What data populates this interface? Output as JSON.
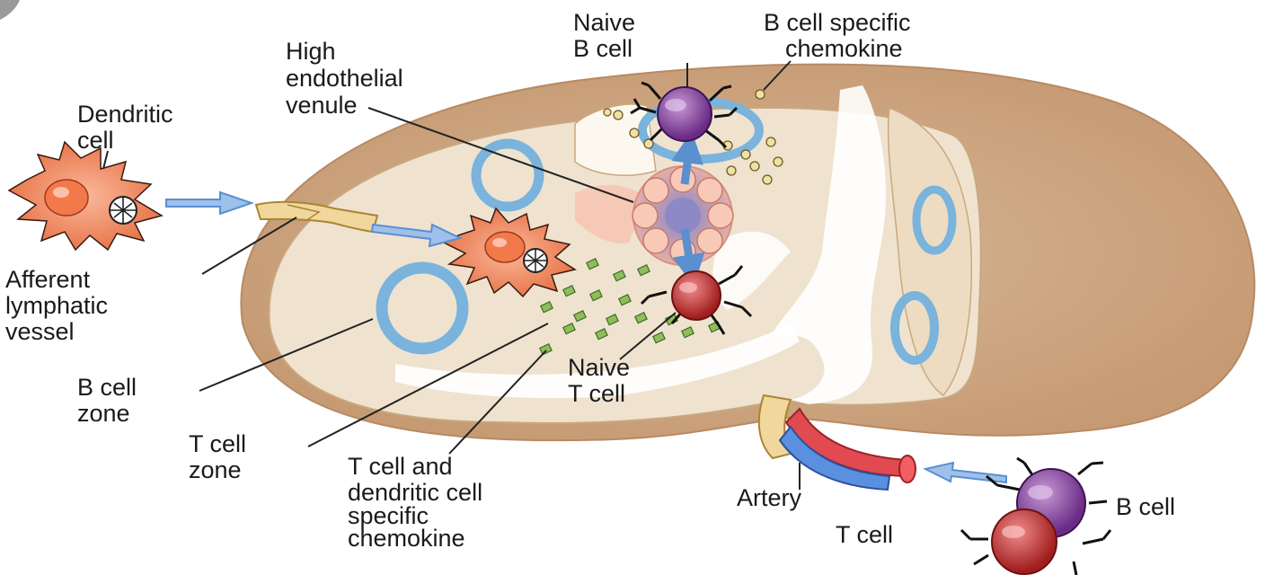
{
  "labels": {
    "naive_b_cell": [
      "Naive",
      "B cell"
    ],
    "b_cell_chemokine": [
      "B cell specific",
      "chemokine"
    ],
    "high_endothelial_venule": [
      "High",
      "endothelial",
      "venule"
    ],
    "dendritic_cell": [
      "Dendritic",
      "cell"
    ],
    "afferent_lymphatic_vessel": [
      "Afferent",
      "lymphatic",
      "vessel"
    ],
    "b_cell_zone": [
      "B cell",
      "zone"
    ],
    "t_cell_zone": [
      "T cell",
      "zone"
    ],
    "t_dc_chemokine": [
      "T cell and",
      "dendritic cell",
      "specific",
      "chemokine"
    ],
    "naive_t_cell": [
      "Naive",
      "T cell"
    ],
    "artery": [
      "Artery"
    ],
    "b_cell": [
      "B cell"
    ],
    "t_cell": [
      "T cell"
    ]
  },
  "colors": {
    "node_outer": "#c9a07c",
    "node_inner": "#e9dcc8",
    "follicle": "#7ab3dc",
    "dendritic": "#f08a5d",
    "b_cell": "#8a3d9e",
    "t_cell": "#c43838",
    "t_chemokine": "#8fbd5a",
    "b_chemokine": "#e8d89a",
    "arrow": "#5a8fd0"
  }
}
